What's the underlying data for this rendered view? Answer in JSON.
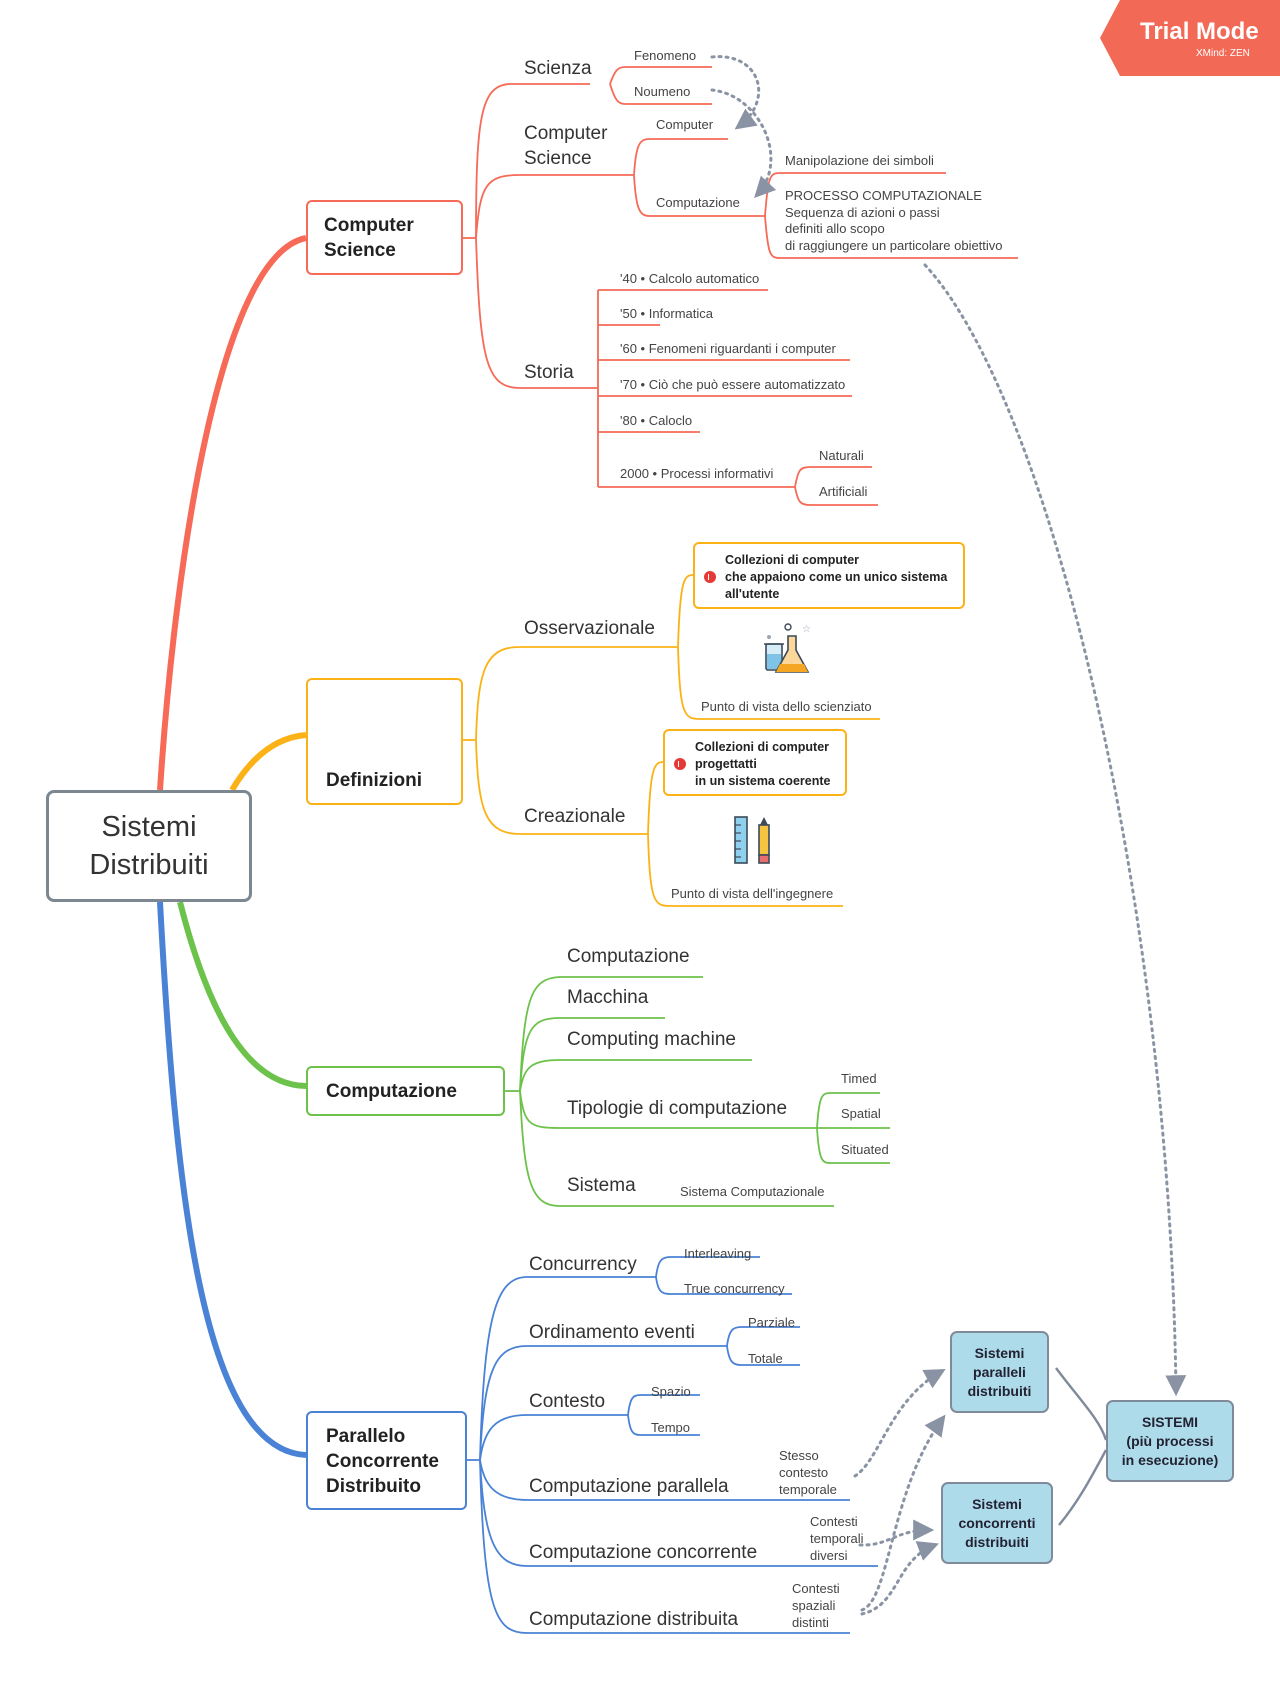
{
  "colors": {
    "red": "#f66a57",
    "orange": "#fbb217",
    "green": "#6cc24a",
    "blue": "#4a82d6",
    "gray_connector": "#8a93a3",
    "sistemi_box": "#aedbea",
    "trial_badge": "#f26a56"
  },
  "root": {
    "line1": "Sistemi",
    "line2": "Distribuiti"
  },
  "trial": {
    "title": "Trial Mode",
    "subtitle": "XMind: ZEN"
  },
  "computer_science": {
    "title_line1": "Computer",
    "title_line2": "Science",
    "scienza": {
      "label": "Scienza",
      "children": [
        "Fenomeno",
        "Noumeno"
      ]
    },
    "cs_sub": {
      "line1": "Computer",
      "line2": "Science",
      "computer": "Computer",
      "computazione": "Computazione"
    },
    "manipolazione": "Manipolazione dei simboli",
    "processo": [
      "PROCESSO COMPUTAZIONALE",
      "Sequenza di azioni o passi",
      "definiti allo scopo",
      "di raggiungere un particolare obiettivo"
    ],
    "storia": {
      "label": "Storia",
      "items": [
        "'40 • Calcolo automatico",
        "'50 • Informatica",
        "'60 • Fenomeni riguardanti i computer",
        "'70 • Ciò che può essere automatizzato",
        "'80 • Caloclo",
        "2000 • Processi informativi"
      ],
      "processi_children": [
        "Naturali",
        "Artificiali"
      ]
    }
  },
  "definizioni": {
    "title": "Definizioni",
    "osservazionale": {
      "label": "Osservazionale",
      "note": [
        "Collezioni di computer",
        "che appaiono come un unico sistema",
        "all'utente"
      ],
      "caption": "Punto di vista dello scienziato",
      "icon": "lab-flask"
    },
    "creazionale": {
      "label": "Creazionale",
      "note": [
        "Collezioni di computer",
        "progettatti",
        "in un sistema coerente"
      ],
      "caption": "Punto di vista dell'ingegnere",
      "icon": "ruler-pencil"
    },
    "icon": "books"
  },
  "computazione": {
    "title": "Computazione",
    "items": [
      "Computazione",
      "Macchina",
      "Computing machine"
    ],
    "tipologie": {
      "label": "Tipologie di computazione",
      "children": [
        "Timed",
        "Spatial",
        "Situated"
      ]
    },
    "sistema": {
      "label": "Sistema",
      "child": "Sistema Computazionale"
    }
  },
  "parallelo": {
    "title": [
      "Parallelo",
      "Concorrente",
      "Distribuito"
    ],
    "concurrency": {
      "label": "Concurrency",
      "children": [
        "Interleaving",
        "True concurrency"
      ]
    },
    "ordinamento": {
      "label": "Ordinamento eventi",
      "children": [
        "Parziale",
        "Totale"
      ]
    },
    "contesto": {
      "label": "Contesto",
      "children": [
        "Spazio",
        "Tempo"
      ]
    },
    "parallela": {
      "label": "Computazione parallela",
      "note": [
        "Stesso",
        "contesto",
        "temporale"
      ]
    },
    "concorrente": {
      "label": "Computazione concorrente",
      "note": [
        "Contesti",
        "temporali",
        "diversi"
      ]
    },
    "distribuita": {
      "label": "Computazione distribuita",
      "note": [
        "Contesti",
        "spaziali",
        "distinti"
      ]
    }
  },
  "sistemi_paralleli": [
    "Sistemi",
    "paralleli",
    "distribuiti"
  ],
  "sistemi_concorrenti": [
    "Sistemi",
    "concorrenti",
    "distribuiti"
  ],
  "sistemi": [
    "SISTEMI",
    "(più processi",
    "in esecuzione)"
  ]
}
